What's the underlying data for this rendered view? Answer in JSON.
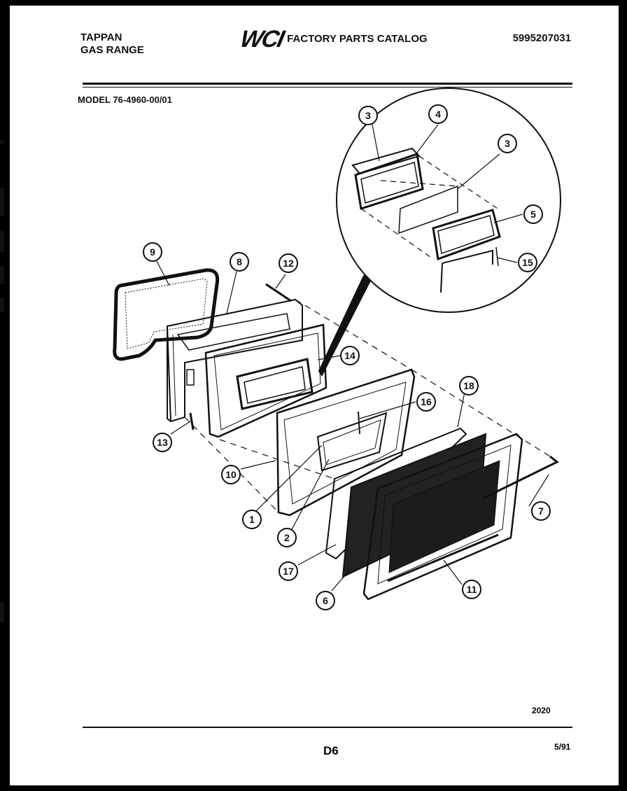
{
  "header": {
    "brand_line1": "TAPPAN",
    "brand_line2": "GAS RANGE",
    "logo": "WCI",
    "catalog_title": "FACTORY PARTS CATALOG",
    "part_number": "5995207031"
  },
  "model": "MODEL 76-4960-00/01",
  "callouts": [
    "3",
    "4",
    "3",
    "5",
    "15",
    "9",
    "8",
    "12",
    "14",
    "13",
    "16",
    "18",
    "10",
    "1",
    "2",
    "7",
    "17",
    "11",
    "6"
  ],
  "footer": {
    "code": "2020",
    "page": "D6",
    "date": "5/91"
  }
}
